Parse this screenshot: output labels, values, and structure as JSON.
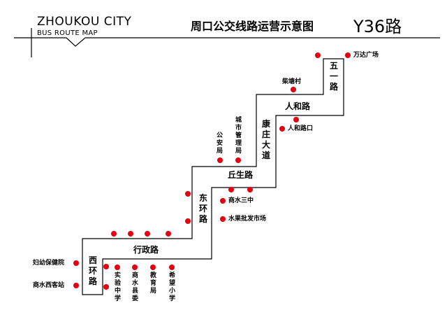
{
  "header": {
    "logo_city": "ZHOUKOU CITY",
    "logo_sub": "BUS ROUTE MAP",
    "title": "周口公交线路运营示意图",
    "route_name": "Y36路"
  },
  "roads": {
    "wuyi": "五一路",
    "renhe": "人和路",
    "kangzhuang": "康庄大道",
    "qiusheng": "丘生路",
    "donghuan": "东环路",
    "xingzheng": "行政路",
    "xihuan": "西环路"
  },
  "stops": {
    "wanda": "万达广场",
    "chaitang": "柴塘村",
    "renhelukou": "人和路口",
    "chengguan": "城市管理局",
    "gongan": "公安局",
    "shangshui3": "商水三中",
    "shuiguo": "水果批发市场",
    "fuyou": "妇幼保健院",
    "xikezhan": "商水西客站",
    "shiyan": "实验中学",
    "xianwei": "商水县委",
    "jiaoyu": "教育局",
    "xiwang": "希望小学"
  },
  "colors": {
    "stop_dot": "#e3000f",
    "road_line": "#000000"
  }
}
